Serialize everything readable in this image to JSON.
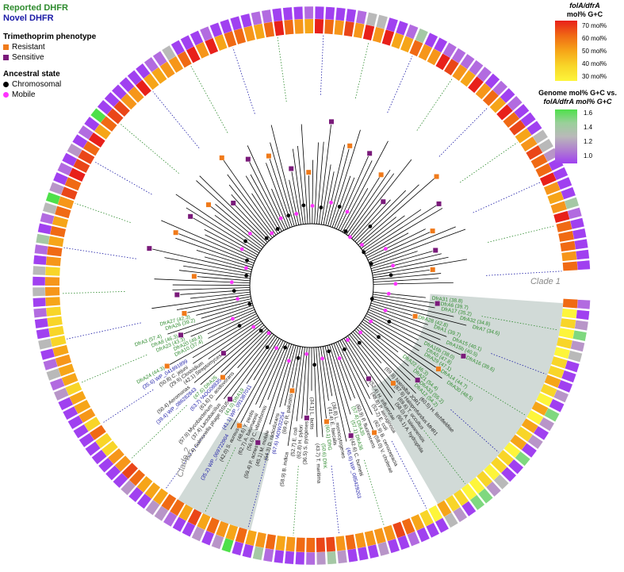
{
  "legend": {
    "reported_dhfr": "Reported DHFR",
    "novel_dhfr": "Novel DHFR",
    "trimethoprim_title": "Trimethoprim phenotype",
    "resistant": "Resistant",
    "sensitive": "Sensitive",
    "ancestral_title": "Ancestral state",
    "chromosomal": "Chromosomal",
    "mobile": "Mobile",
    "colors": {
      "reported": "#2e8b2e",
      "novel": "#1a1aa6",
      "resistant": "#f07a1a",
      "sensitive": "#7a1a7a",
      "chromosomal": "#000000",
      "mobile": "#ff33ff"
    }
  },
  "colorbar_gc": {
    "title_line1": "folA/dfrA",
    "title_line2": "mol% G+C",
    "ticks": [
      "70 mol%",
      "60 mol%",
      "50 mol%",
      "40 mol%",
      "30 mol%"
    ]
  },
  "colorbar_ratio": {
    "title_line1": "Genome mol% G+C vs.",
    "title_line2": "folA/dfrA mol% G+C",
    "ticks": [
      "1.6",
      "1.4",
      "1.2",
      "1.0"
    ]
  },
  "clades": {
    "clade1": "Clade 1",
    "clade2": "Clade 2"
  },
  "labels_clade1": [
    "DfrA31 (38.8)",
    "DfrA6 (39.7)",
    "DfrA17 (35.2)",
    "DfrA32 (34.8)",
    "DfrA7 (34.6)",
    "DfrA28 (42.8)",
    "DfrA1 (39.7)",
    "DfrA15 (40.1)",
    "DfrA15b (40.5)",
    "DfrA16 (39.6)",
    "DfrA16b (38.0)",
    "DfrA5 (47.8)",
    "DfrA29 (47.1)",
    "DfrA14 (44.7)",
    "DfrA30 (48.5)",
    "DfrA22 (46.3)",
    "DfrA21 (54.4)",
    "DfrA33 (55.2)",
    "DfrA12 (54.2)"
  ],
  "labels_clade2": [
    "DfrA24 (44.3)",
    "DfrA10 (37.4)",
    "DfrA20 (49.4)",
    "DfrA23 (43.3)",
    "DfrA8 (46.3)",
    "DfrA3 (57.4)",
    "DfrA26 (39.2)",
    "DfrA27 (42.3)"
  ],
  "labels_other": [
    "(60.5) H. litchfieldiae",
    "(69.9) Natrialba JOR1",
    "(67.9) Haloprofundus MHR1",
    "(69.6) T. occultus",
    "(58.0) A. taiwanensis",
    "(65.1) A. hydrophila",
    "(52.4) H. influenzae",
    "(48.8) P. aeruginosa",
    "(53.2) E. coli",
    "(62.9) B. cenocepacia",
    "(58.0) V. cholerae",
    "(60.9) P. fluorescens",
    "(57.4) DfrA35",
    "(57.1) DfrA36",
    "(42.6) C. burnetii",
    "(45.6) WP_085429203",
    "(36.8) L. monocytogenes",
    "(41.4) E. faecalis",
    "(60.1) DfrG",
    "(50.6) DfrK",
    "(43.7) T. maritima",
    "(34.1) L. lactis",
    "(36.5) S. pyogenes",
    "(62.8) H. pylori",
    "(52.7) E. coli",
    "(58.9) B. indica",
    "(69.4) R. palustris",
    "(67.6) ¹AOW32254",
    "(64.3) D. radiodurans",
    "(45.1) M. mobile",
    "(59.4) P. acnes",
    "(56.0) C. vibrioformis",
    "(62.7) A. baumannii",
    "(48.6) Y. pestis",
    "(42.0) S. aureus",
    "(35.2) WP_069722904",
    "(41.1) WP_091387011",
    "(41.0) DfrA19",
    "(52.4) Salmonella phage SSU5",
    "(37.4) Lactobacillus",
    "(57.9) Mycobacterium",
    "(61.6) D. acidovorans",
    "(63.7) ³AOG08835",
    "(47.6) DfrA25",
    "(39.4) WP_086282843",
    "(50.4) Aeromonas",
    "(42.1) Streptomyces",
    "(29.9) Clostridium",
    "(50.8) C. jejuni",
    "(35.6) WP_041891899"
  ],
  "text_colors": {
    "novel_blue": "#1a1aa6",
    "reported_green": "#2e8b2e",
    "other_black": "#222222",
    "branch_red": "#c03030"
  }
}
